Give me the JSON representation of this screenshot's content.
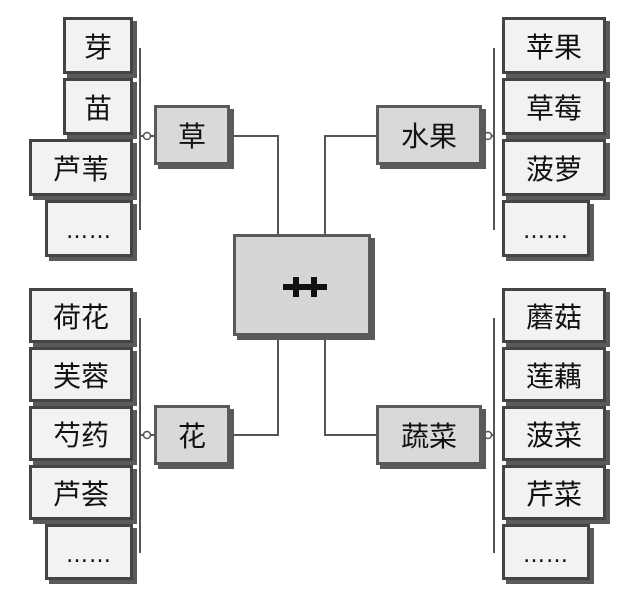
{
  "center_label": "",
  "groups": {
    "grass": {
      "label": "草",
      "items": [
        "芽",
        "苗",
        "芦苇",
        "……"
      ]
    },
    "fruit": {
      "label": "水果",
      "items": [
        "苹果",
        "草莓",
        "菠萝",
        "……"
      ]
    },
    "flower": {
      "label": "花",
      "items": [
        "荷花",
        "芙蓉",
        "芍药",
        "芦荟",
        "……"
      ]
    },
    "vegetable": {
      "label": "蔬菜",
      "items": [
        "蘑菇",
        "莲藕",
        "菠菜",
        "芹菜",
        "……"
      ]
    }
  },
  "colors": {
    "box_fill": "#f2f2f2",
    "category_fill": "#d9d9d9",
    "center_fill": "#d6d6d6",
    "border": "#444444",
    "line": "#555555"
  }
}
